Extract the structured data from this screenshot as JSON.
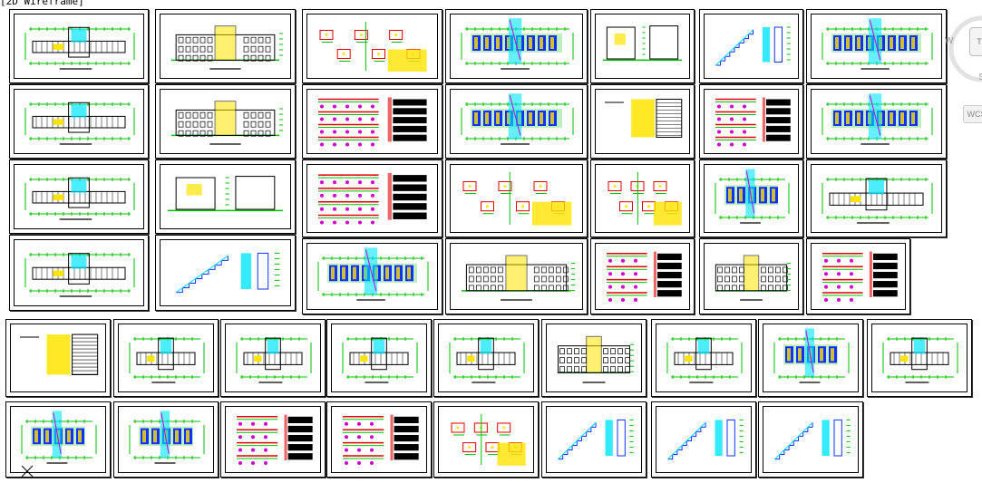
{
  "viewport": {
    "label": "[2D Wireframe]"
  },
  "viewcube": {
    "top_label": "T",
    "west_label": "W",
    "south_label": "S",
    "wcs_label": "WCS"
  },
  "sheet_types": [
    "plan-cyan",
    "elevation",
    "detail",
    "plan-green",
    "section",
    "table",
    "framing",
    "stair"
  ],
  "colors": {
    "wall_green": "#00c000",
    "hatch_blue": "#1030ff",
    "hatch_yellow": "#ffe400",
    "rebar_red": "#e00000",
    "cyan": "#00e5ff",
    "magenta": "#d000d0"
  }
}
